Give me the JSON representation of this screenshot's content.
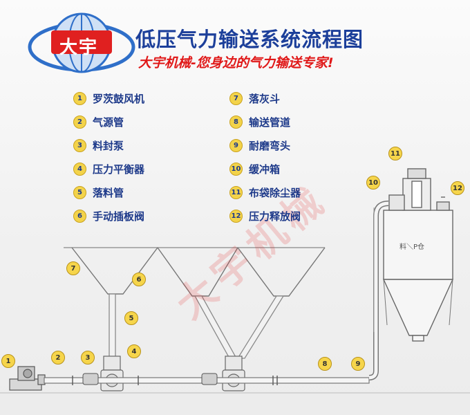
{
  "header": {
    "logo_text": "大宇",
    "title": "低压气力输送系统流程图",
    "subtitle": "大宇机械-您身边的气力输送专家!"
  },
  "watermark": "大宇机械",
  "silo_label": "料＼P仓",
  "legend": [
    {
      "num": "1",
      "label": "罗茨鼓风机"
    },
    {
      "num": "2",
      "label": "气源管"
    },
    {
      "num": "3",
      "label": "料封泵"
    },
    {
      "num": "4",
      "label": "压力平衡器"
    },
    {
      "num": "5",
      "label": "落料管"
    },
    {
      "num": "6",
      "label": "手动插板阀"
    },
    {
      "num": "7",
      "label": "落灰斗"
    },
    {
      "num": "8",
      "label": "输送管道"
    },
    {
      "num": "9",
      "label": "耐磨弯头"
    },
    {
      "num": "10",
      "label": "缓冲箱"
    },
    {
      "num": "11",
      "label": "布袋除尘器"
    },
    {
      "num": "12",
      "label": "压力释放阀"
    }
  ],
  "callouts": [
    "1",
    "2",
    "3",
    "4",
    "5",
    "6",
    "7",
    "8",
    "9",
    "10",
    "11",
    "12"
  ],
  "colors": {
    "title": "#1c3f9a",
    "subtitle": "#e01818",
    "badge": "#f3d34a",
    "logo_red": "#e02020",
    "logo_blue": "#2f6fc9"
  }
}
